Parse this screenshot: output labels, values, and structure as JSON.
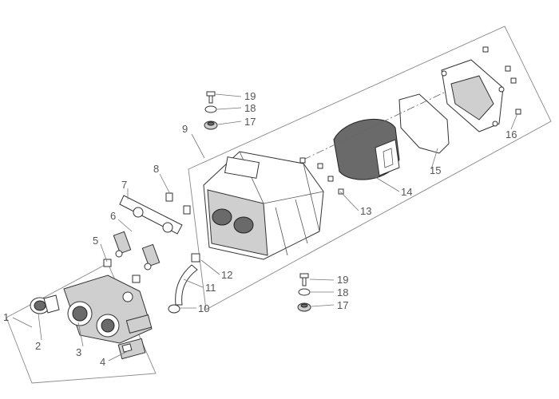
{
  "labels": [
    "1",
    "2",
    "3",
    "4",
    "5",
    "6",
    "7",
    "8",
    "9",
    "10",
    "11",
    "12",
    "13",
    "14",
    "15",
    "16",
    "17",
    "18",
    "19",
    "17",
    "18",
    "19"
  ],
  "colors": {
    "line": "#333333",
    "label": "#555555",
    "shade": "#cfcfcf",
    "background": "#ffffff"
  }
}
